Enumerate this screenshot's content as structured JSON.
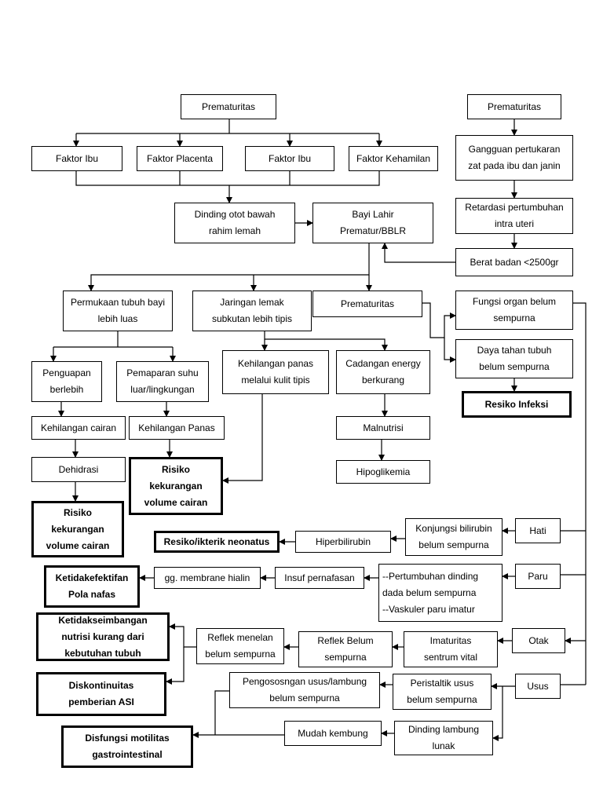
{
  "colors": {
    "line": "#000000",
    "box_border": "#000000",
    "box_fill": "#ffffff",
    "text": "#000000"
  },
  "nodes": {
    "prem_top": "Prematuritas",
    "prem_right": "Prematuritas",
    "faktor_ibu_1": "Faktor Ibu",
    "faktor_placenta": "Faktor Placenta",
    "faktor_ibu_2": "Faktor Ibu",
    "faktor_kehamilan": "Faktor Kehamilan",
    "gangguan_pertukaran": "Gangguan pertukaran\nzat pada ibu dan janin",
    "dinding_otot": "Dinding otot  bawah\nrahim lemah",
    "bayi_lahir": "Bayi Lahir\nPrematur/BBLR",
    "retardasi": "Retardasi pertumbuhan\nintra uteri",
    "berat_badan": "Berat badan <2500gr",
    "permukaan_tubuh": "Permukaan tubuh bayi\nlebih luas",
    "jaringan_lemak": "Jaringan lemak\nsubkutan lebih tipis",
    "prem_mid": "Prematuritas",
    "fungsi_organ": "Fungsi organ belum\nsempurna",
    "daya_tahan": "Daya tahan tubuh\nbelum sempurna",
    "resiko_infeksi": "Resiko Infeksi",
    "penguapan": "Penguapan\nberlebih",
    "pemaparan": "Pemaparan suhu\nluar/lingkungan",
    "kehilangan_panas_kulit": "Kehilangan panas\nmelalui kulit tipis",
    "cadangan_energy": "Cadangan energy\nberkurang",
    "kehilangan_cairan": "Kehilangan cairan",
    "kehilangan_panas": "Kehilangan Panas",
    "malnutrisi": "Malnutrisi",
    "dehidrasi": "Dehidrasi",
    "risiko_mid": "Risiko\nkekurangan\nvolume cairan",
    "hipoglikemia": "Hipoglikemia",
    "risiko_left": "Risiko\nkekurangan\nvolume cairan",
    "hati": "Hati",
    "konjungsi": "Konjungsi bilirubin\nbelum sempurna",
    "hiperbilirubin": "Hiperbilirubin",
    "resiko_ikterik": "Resiko/ikterik neonatus",
    "paru": "Paru",
    "pertumbuhan_dinding": "--Pertumbuhan dinding\n  dada belum sempurna\n--Vaskuler paru imatur",
    "insuf_pernafasan": "Insuf pernafasan",
    "gg_membrane": "gg. membrane hialin",
    "ketidakefektifan": "Ketidakefektifan\nPola nafas",
    "otak": "Otak",
    "imaturitas": "Imaturitas\nsentrum vital",
    "reflek_belum": "Reflek Belum\nsempurna",
    "reflek_menelan": "Reflek menelan\nbelum sempurna",
    "ketidakseimbangan": "Ketidakseimbangan\nnutrisi kurang dari\nkebutuhan tubuh",
    "usus": "Usus",
    "peristaltik": "Peristaltik usus\nbelum sempurna",
    "pengosongan": "Pengososngan usus/lambung\nbelum sempurna",
    "diskontinuitas": "Diskontinuitas\npemberian ASI",
    "dinding_lambung": "Dinding lambung\nlunak",
    "mudah_kembung": "Mudah kembung",
    "disfungsi": "Disfungsi motilitas\ngastrointestinal"
  }
}
